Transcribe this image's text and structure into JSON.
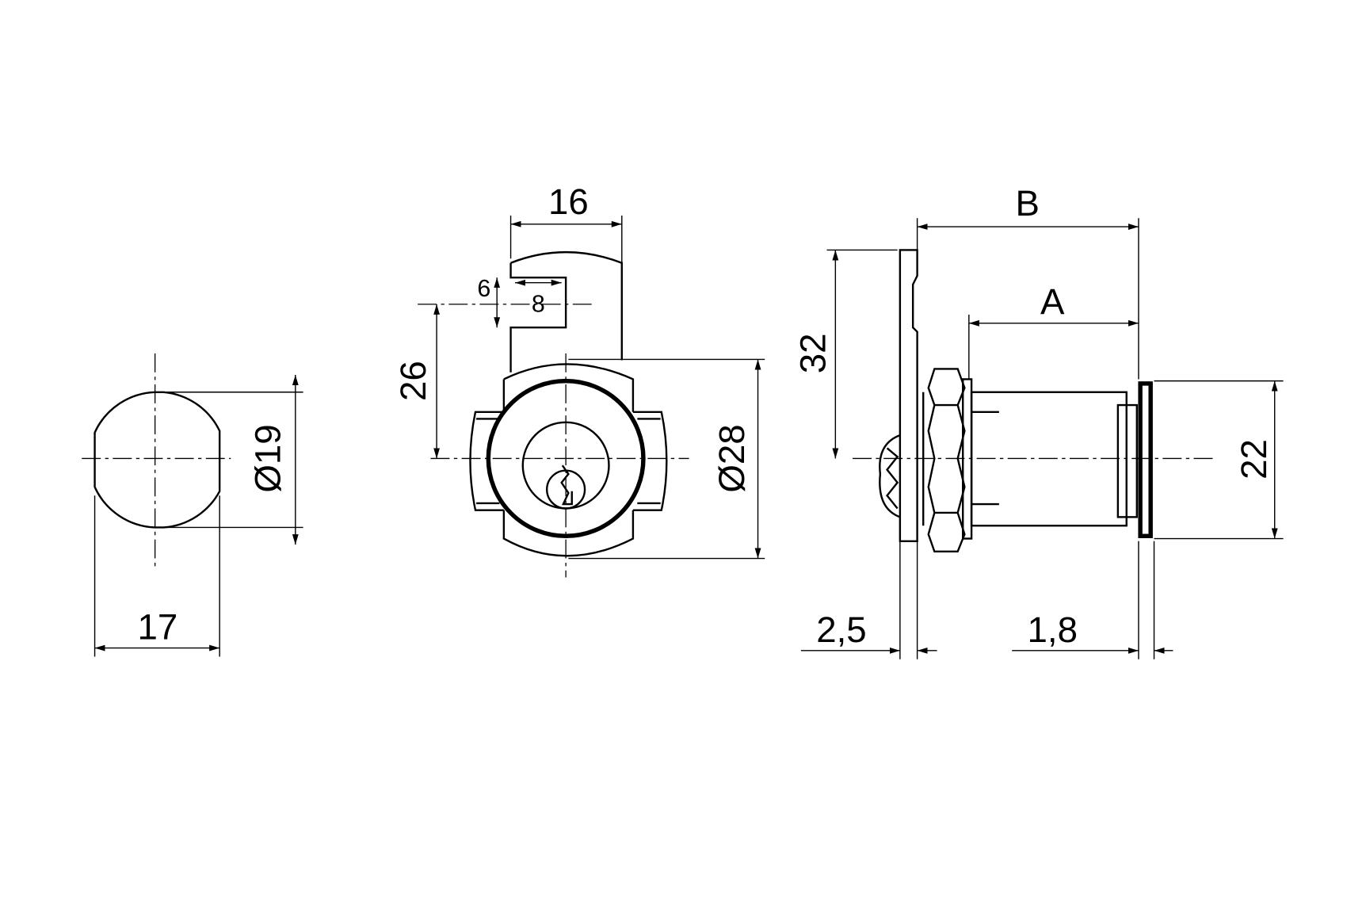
{
  "drawing": {
    "title": "Cam lock technical drawing",
    "colors": {
      "line": "#000000",
      "background": "#ffffff"
    },
    "left_view": {
      "dim_diameter": "Ø19",
      "dim_width": "17"
    },
    "front_view": {
      "dim_cam_width": "16",
      "dim_slot_height": "6",
      "dim_slot_width": "8",
      "dim_center_offset": "26",
      "dim_flange_diameter": "Ø28"
    },
    "side_view": {
      "dim_B": "B",
      "dim_A": "A",
      "dim_cam_height": "32",
      "dim_body_diameter": "22",
      "dim_cam_thickness": "2,5",
      "dim_flange_thickness": "1,8"
    }
  }
}
